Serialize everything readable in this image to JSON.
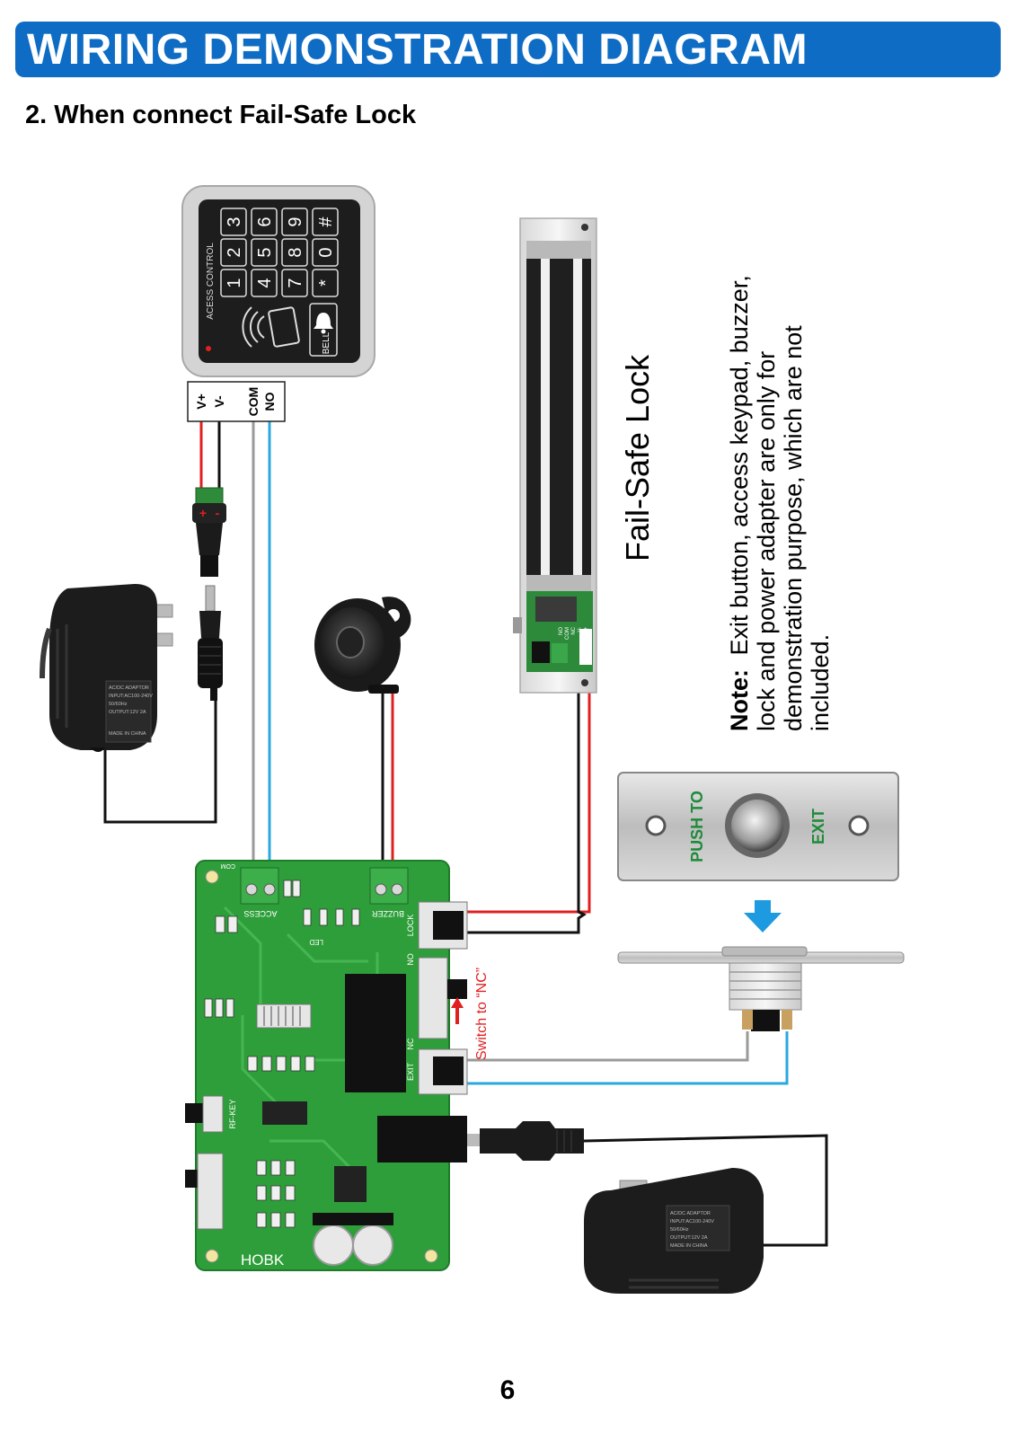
{
  "header": {
    "title": "WIRING DEMONSTRATION DIAGRAM"
  },
  "section": {
    "subtitle": "2. When connect Fail-Safe Lock"
  },
  "keypad": {
    "brand_text": "ACESS  CONTROL",
    "keys": [
      "3",
      "6",
      "9",
      "#",
      "2",
      "5",
      "8",
      "0",
      "1",
      "4",
      "7",
      "*"
    ],
    "bell_label": "BELL",
    "terminal_labels": [
      "V+",
      "V-",
      "COM",
      "NO"
    ]
  },
  "dc_plug": {
    "plus": "+",
    "minus": "-"
  },
  "adapter": {
    "label_lines": [
      "AC/DC ADAPTOR",
      "INPUT:AC100-240V",
      "50/60Hz",
      "OUTPUT:12V 2A",
      "MADE IN CHINA"
    ]
  },
  "lock": {
    "title": "Fail-Safe Lock",
    "terminal_labels": [
      "NO",
      "COM",
      "NC",
      "V-",
      "V+"
    ]
  },
  "note": {
    "label": "Note:",
    "line1": "Exit button, access keypad, buzzer,",
    "line2": "lock and power adapter are only for",
    "line3": "demonstration purpose, which are not",
    "line4": "included."
  },
  "exit_button": {
    "push_text": "PUSH TO",
    "exit_text": "EXIT"
  },
  "board": {
    "brand": "HOBK",
    "access_label": "ACCESS",
    "buzzer_label": "BUZZER",
    "lock_label": "LOCK",
    "no_label": "NO",
    "nc_label": "NC",
    "exit_label": "EXIT",
    "rfkey_label": "RF-KEY",
    "com_label": "COM",
    "led_label": "LED",
    "switch_annotation": "Switch to “NC”"
  },
  "page": {
    "number": "6"
  },
  "colors": {
    "banner": "#0e6cc4",
    "pcb": "#2e9e3a",
    "wire_red": "#e02020",
    "wire_black": "#111111",
    "wire_gray": "#9a9a9a",
    "wire_blue": "#29a8e0",
    "arrow_blue": "#1e9be0"
  }
}
